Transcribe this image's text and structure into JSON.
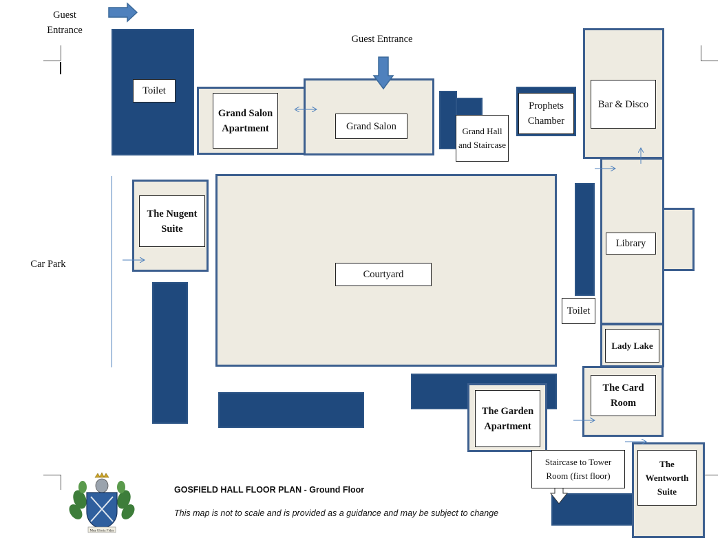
{
  "entrances": {
    "left": "Guest Entrance",
    "top": "Guest Entrance"
  },
  "car_park": "Car Park",
  "rooms": {
    "toilet_left": "Toilet",
    "grand_salon_apartment": "Grand Salon Apartment",
    "grand_salon": "Grand Salon",
    "grand_hall_staircase": "Grand Hall and Staircase",
    "prophets_chamber": "Prophets Chamber",
    "bar_disco": "Bar & Disco",
    "nugent_suite": "The Nugent Suite",
    "courtyard": "Courtyard",
    "library": "Library",
    "toilet_right": "Toilet",
    "lady_lake": "Lady Lake",
    "card_room": "The Card Room",
    "garden_apartment": "The Garden Apartment",
    "staircase_tower": "Staircase to Tower Room (first floor)",
    "wentworth_suite": "The Wentworth Suite"
  },
  "footer": {
    "title": "GOSFIELD HALL FLOOR PLAN - Ground Floor",
    "note": "This map is not to scale and is provided as a guidance and may be subject to change"
  },
  "logo": {
    "crest_text": "Mea Gloria Fides"
  },
  "colors": {
    "room_fill": "#eeebe1",
    "room_border": "#3c5f8f",
    "dark_block": "#1f497d",
    "arrow": "#4f81bd"
  }
}
